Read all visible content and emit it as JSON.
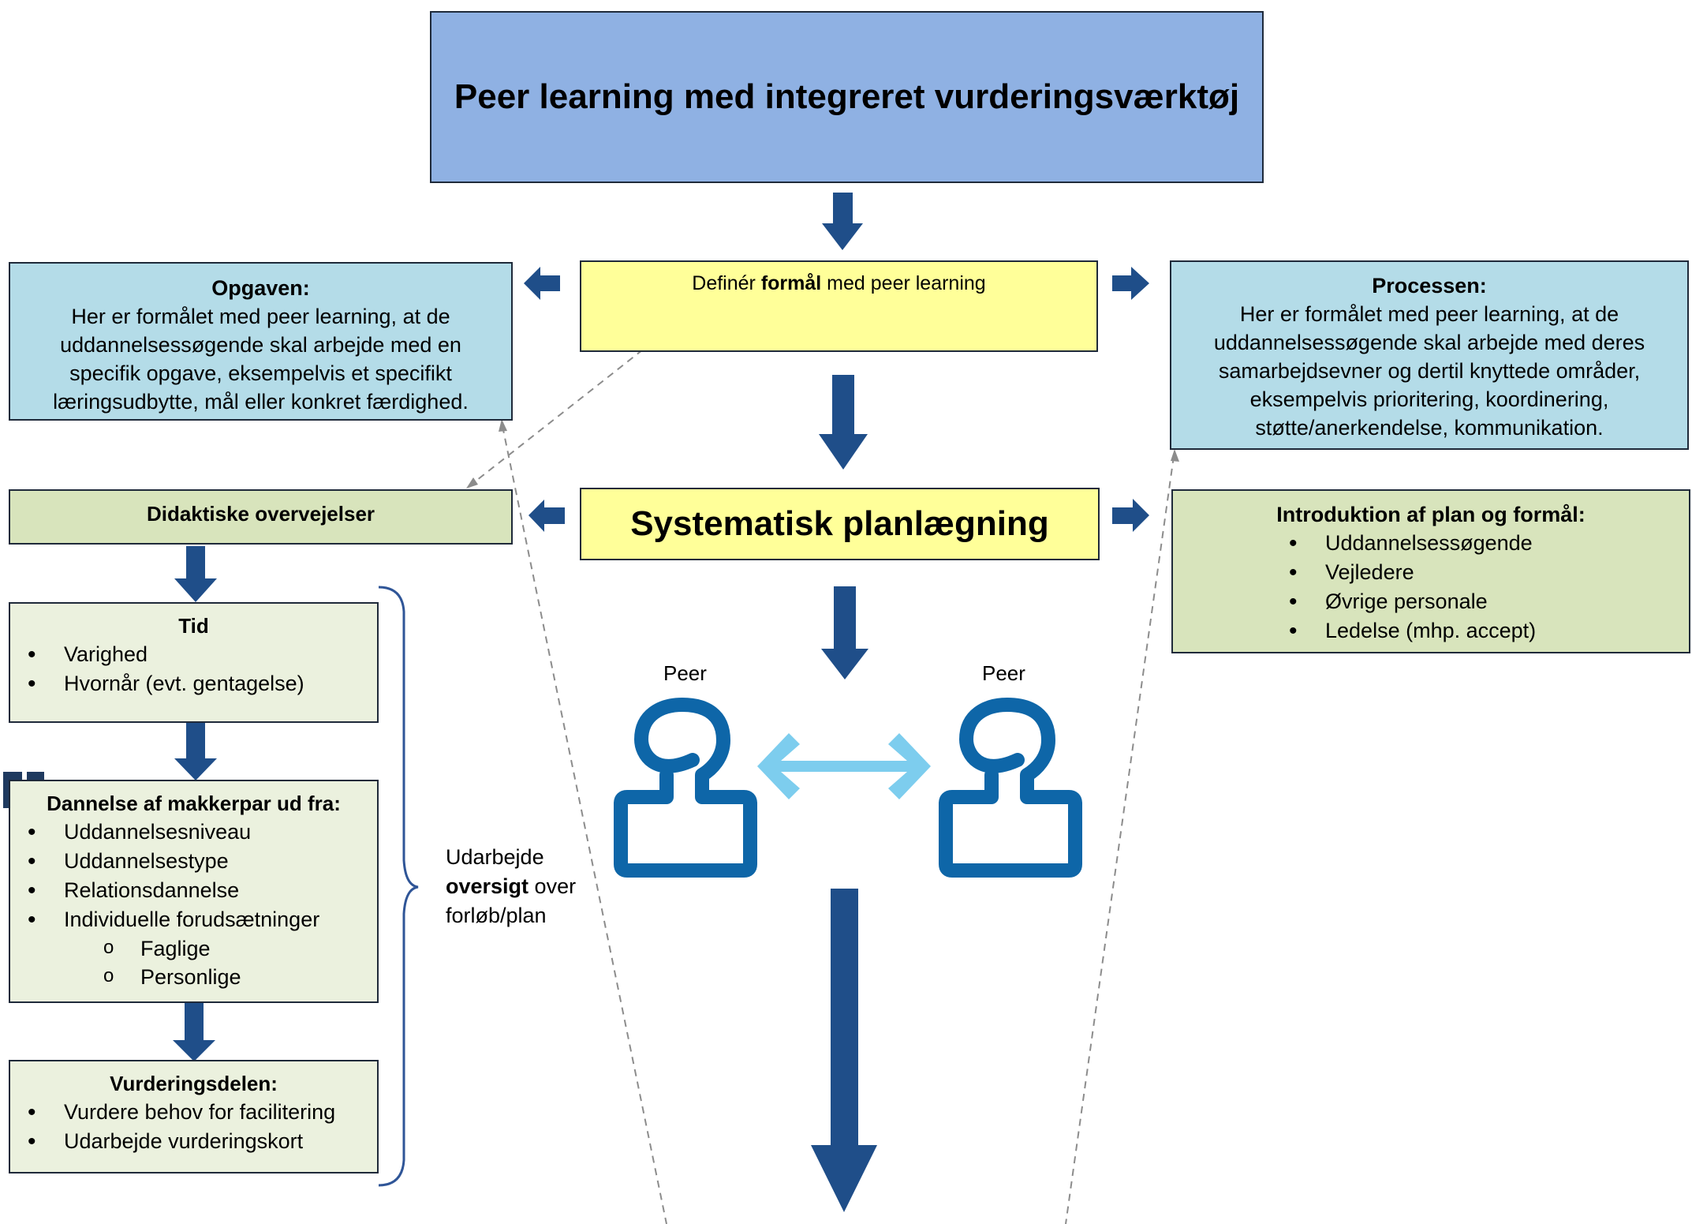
{
  "title": "Peer learning med integreret vurderingsværktøj",
  "purpose": {
    "pre": "Definér ",
    "bold": "formål",
    "post": " med peer learning"
  },
  "opgaven": {
    "heading": "Opgaven:",
    "lines": [
      "Her er formålet med peer learning, at de",
      "uddannelsessøgende skal arbejde med en",
      "specifik opgave, eksempelvis et specifikt",
      "læringsudbytte, mål eller konkret færdighed."
    ]
  },
  "processen": {
    "heading": "Processen:",
    "lines": [
      "Her er formålet med peer learning, at de",
      "uddannelsessøgende skal arbejde med deres",
      "samarbejdsevner og dertil knyttede områder,",
      "eksempelvis prioritering, koordinering,",
      "støtte/anerkendelse, kommunikation."
    ]
  },
  "didaktiske": "Didaktiske overvejelser",
  "systematisk": "Systematisk planlægning",
  "introduktion": {
    "heading": "Introduktion af plan og formål:",
    "items": [
      "Uddannelsessøgende",
      "Vejledere",
      "Øvrige personale",
      "Ledelse (mhp. accept)"
    ]
  },
  "tid": {
    "heading": "Tid",
    "items": [
      "Varighed",
      "Hvornår (evt. gentagelse)"
    ]
  },
  "dannelse": {
    "heading": "Dannelse af makkerpar ud fra:",
    "items": [
      "Uddannelsesniveau",
      "Uddannelsestype",
      "Relationsdannelse",
      "Individuelle forudsætninger"
    ],
    "subitems": [
      "Faglige",
      "Personlige"
    ]
  },
  "vurdering": {
    "heading": "Vurderingsdelen:",
    "items": [
      "Vurdere behov for facilitering",
      "Udarbejde vurderingskort"
    ]
  },
  "oversigt": {
    "line1": "Udarbejde",
    "bold": "oversigt",
    "line2_rest": " over",
    "line3": "forløb/plan"
  },
  "peers": {
    "left": "Peer",
    "right": "Peer"
  },
  "colors": {
    "arrow": "#1f4e89",
    "person": "#0e66a8",
    "double_arrow": "#7dcdee",
    "dashed": "#8c8c8c"
  }
}
